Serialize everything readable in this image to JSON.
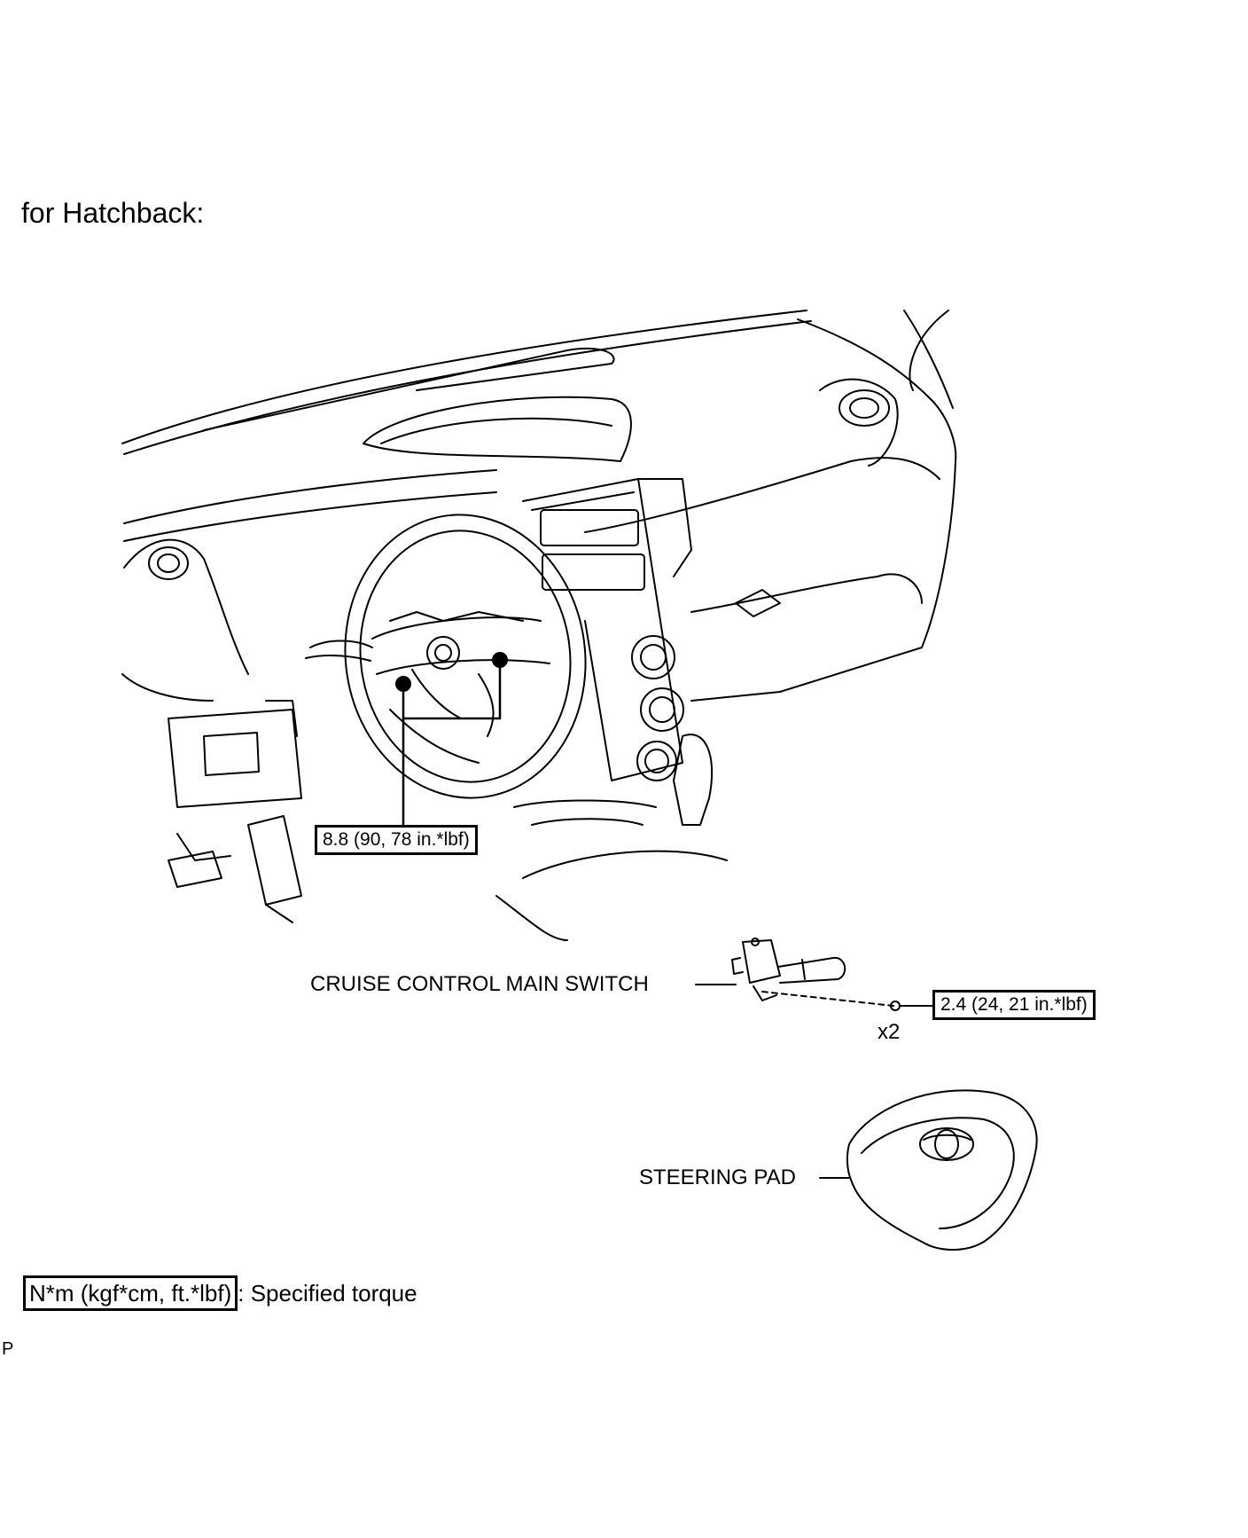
{
  "heading": "for Hatchback:",
  "callouts": {
    "steering_wheel_bolt_torque": "8.8 (90, 78 in.*lbf)",
    "cruise_control_label": "CRUISE CONTROL MAIN SWITCH",
    "screw_torque": "2.4 (24, 21 in.*lbf)",
    "screw_quantity": "x2",
    "steering_pad_label": "STEERING PAD"
  },
  "legend": {
    "box_text": "N*m (kgf*cm, ft.*lbf)",
    "description": ": Specified torque"
  },
  "footer_mark": "P"
}
